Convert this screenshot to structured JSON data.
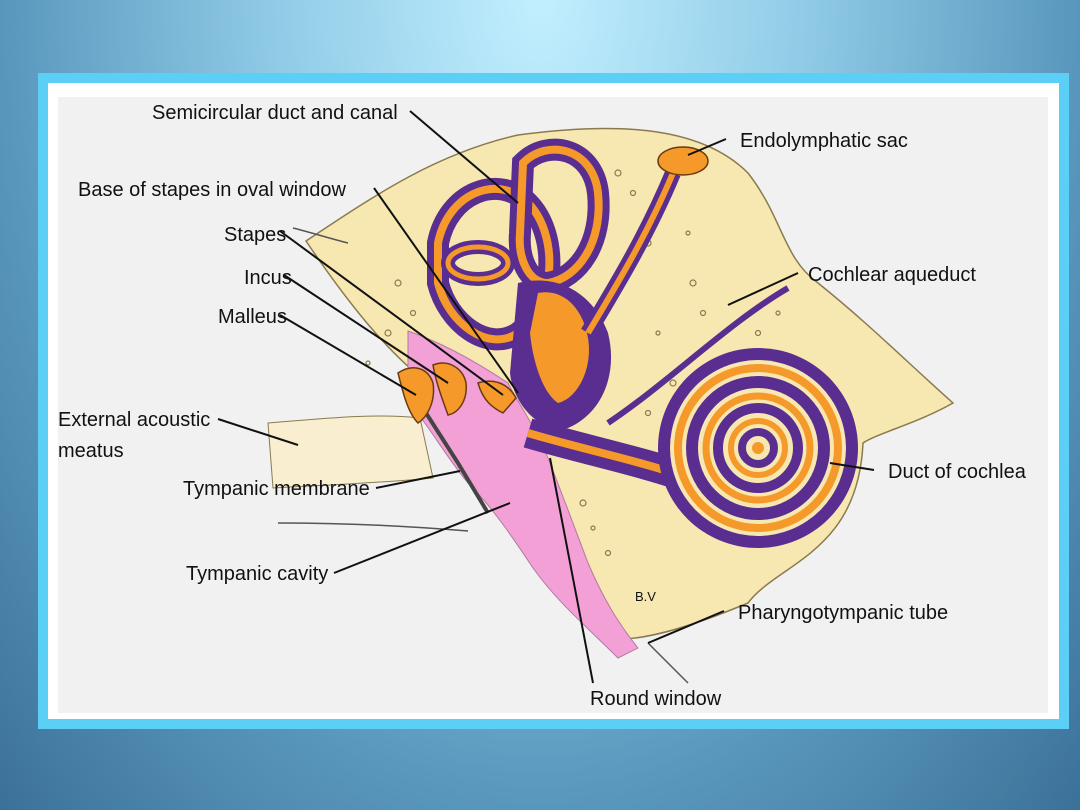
{
  "diagram": {
    "labels": {
      "semicircular": "Semicircular duct and canal",
      "stapes_base": "Base of stapes in oval window",
      "stapes": "Stapes",
      "incus": "Incus",
      "malleus": "Malleus",
      "external_1": "External acoustic",
      "external_2": "meatus",
      "tympanic_membrane": "Tympanic membrane",
      "tympanic_cavity": "Tympanic cavity",
      "endolymphatic": "Endolymphatic sac",
      "cochlear_aqueduct": "Cochlear aqueduct",
      "duct_cochlea": "Duct of cochlea",
      "bv": "B.V",
      "pharyngotympanic": "Pharyngotympanic tube",
      "round_window": "Round window"
    },
    "colors": {
      "bone": "#f7e7b0",
      "membranous": "#f59a2a",
      "perilymph": "#5a2d91",
      "cavity": "#f2a0d6",
      "background_ring": "#5bcff5"
    }
  }
}
